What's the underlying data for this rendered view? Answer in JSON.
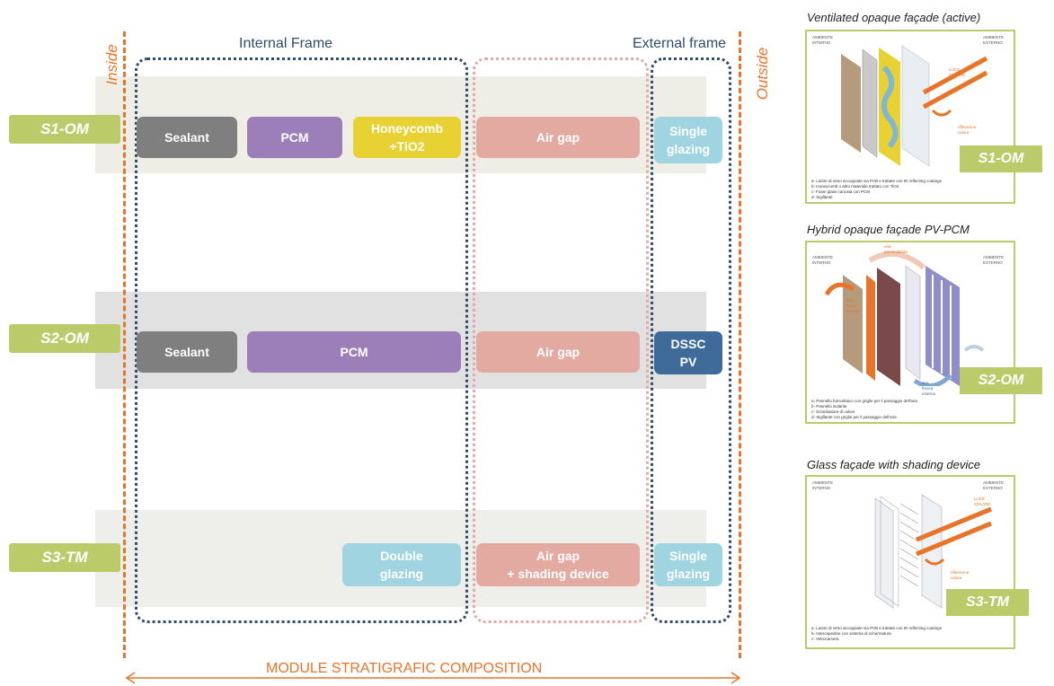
{
  "labels": {
    "inside": "Inside",
    "outside": "Outside",
    "internal_frame": "Internal Frame",
    "external_frame": "External frame",
    "bottom": "MODULE STRATIGRAFIC COMPOSITION"
  },
  "rows": [
    {
      "id": "S1-OM",
      "blocks": {
        "sealant": "Sealant",
        "pcm": "PCM",
        "honeycomb": "Honeycomb\n+TiO2",
        "airgap": "Air gap",
        "external": "Single\nglazing"
      }
    },
    {
      "id": "S2-OM",
      "blocks": {
        "sealant": "Sealant",
        "pcm": "PCM",
        "airgap": "Air gap",
        "external": "DSSC\nPV"
      }
    },
    {
      "id": "S3-TM",
      "blocks": {
        "internal": "Double\nglazing",
        "airgap": "Air gap\n+ shading device",
        "external": "Single\nglazing"
      }
    }
  ],
  "panels": [
    {
      "title": "Ventilated opaque façade (active)",
      "tag": "S1-OM",
      "left_label": "AMBIENTE\nINTERNO",
      "right_label": "AMBIENTE\nESTERNO",
      "annotations": [
        "LUCE\nSOLARE",
        "riflessione\ncalore"
      ],
      "caption": [
        "a- Lastre di vetro accoppiate via PVB e trattate con IR reflecting coatings",
        "b- Honeycomb o altro materiale trattato con TiO2",
        "c- Foam glass caricata con PCM",
        "d- Sigillante"
      ]
    },
    {
      "title": "Hybrid opaque façade PV-PCM",
      "tag": "S2-OM",
      "left_label": "AMBIENTE\nINTERNO",
      "right_label": "AMBIENTE\nESTERNO",
      "annotations": [
        "aria\npreriscaldata",
        "aria\ncalda\ninterna",
        "aria\nfresca\nesterna"
      ],
      "caption": [
        "a- Pannello fotovoltaico con griglie per il passaggio dell'aria",
        "b- Pannello isolante",
        "c- Scambiatore di calore",
        "d- Sigillante con griglie per il passaggio dell'aria"
      ]
    },
    {
      "title": "Glass façade with shading device",
      "tag": "S3-TM",
      "left_label": "AMBIENTE\nINTERNO",
      "right_label": "AMBIENTE\nESTERNO",
      "annotations": [
        "LUCE\nSOLARE",
        "riflessione\ncalore"
      ],
      "caption": [
        "a- Lastre di vetro accoppiate via PVB e trattate con IR reflecting coatings",
        "b- Intercapedine con sistema di schermatura",
        "c- Vetrocamera"
      ]
    }
  ],
  "colors": {
    "band1": "#eeede6",
    "band2": "#e1e1e1",
    "band3": "#eeeeea",
    "sealant": "#7f7f7f",
    "pcm": "#9c7fb8",
    "honeycomb": "#e8d132",
    "airgap": "#e3aaa2",
    "glazing": "#9fd4e0",
    "dssc": "#3f6b9a",
    "accent": "#e8742a",
    "rowlabel": "#bccb6a",
    "frame": "#2f4d6b"
  }
}
